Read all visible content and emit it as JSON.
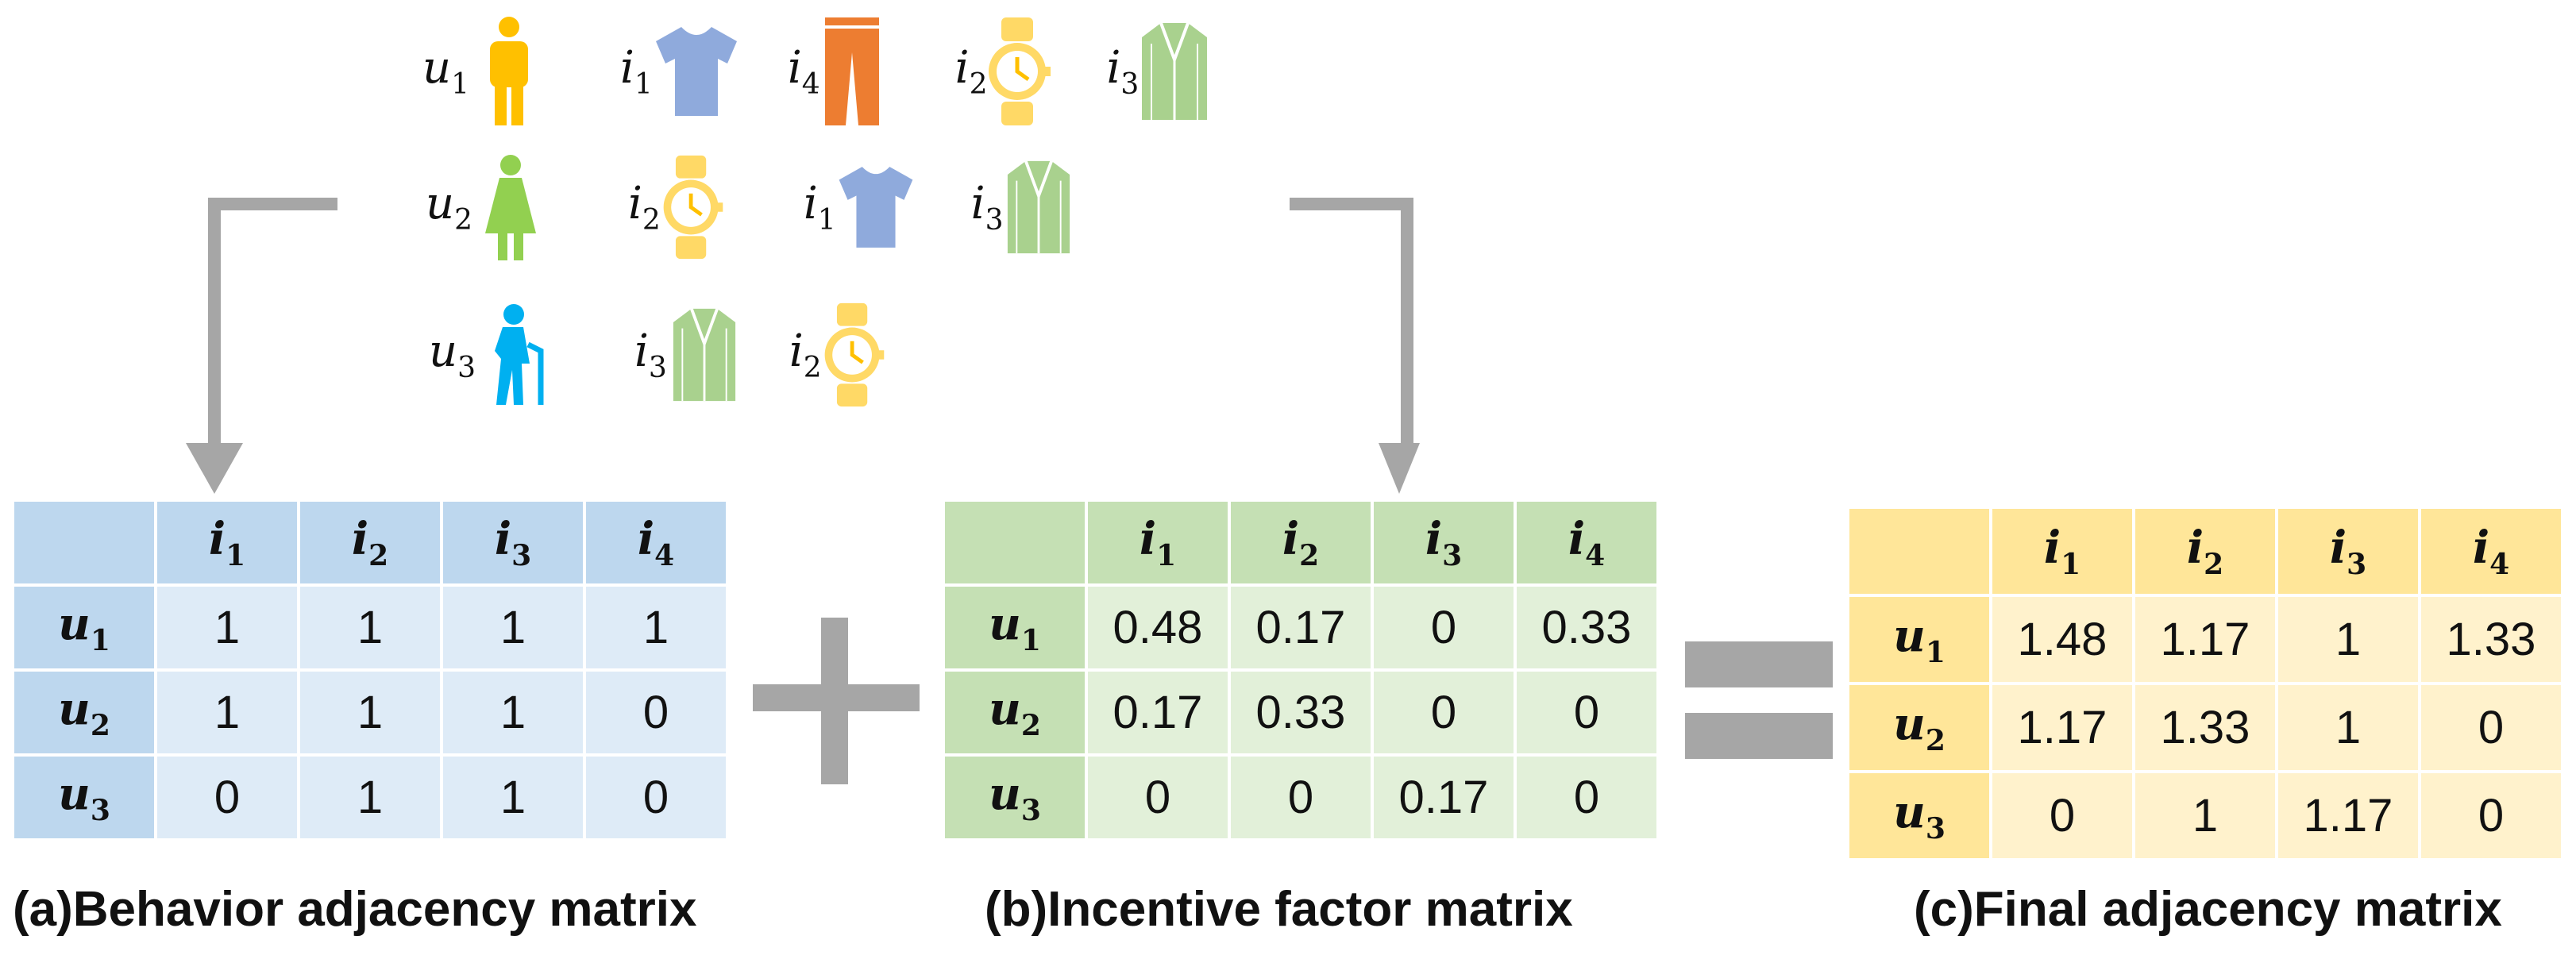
{
  "users": [
    {
      "user": {
        "base": "u",
        "sub": "1"
      },
      "items": [
        {
          "base": "i",
          "sub": "1",
          "icon": "tshirt-icon"
        },
        {
          "base": "i",
          "sub": "4",
          "icon": "pants-icon"
        },
        {
          "base": "i",
          "sub": "2",
          "icon": "watch-icon"
        },
        {
          "base": "i",
          "sub": "3",
          "icon": "jacket-icon"
        }
      ]
    },
    {
      "user": {
        "base": "u",
        "sub": "2"
      },
      "items": [
        {
          "base": "i",
          "sub": "2",
          "icon": "watch-icon"
        },
        {
          "base": "i",
          "sub": "1",
          "icon": "tshirt-icon"
        },
        {
          "base": "i",
          "sub": "3",
          "icon": "jacket-icon"
        }
      ]
    },
    {
      "user": {
        "base": "u",
        "sub": "3"
      },
      "items": [
        {
          "base": "i",
          "sub": "3",
          "icon": "jacket-icon"
        },
        {
          "base": "i",
          "sub": "2",
          "icon": "watch-icon"
        }
      ]
    }
  ],
  "user_icons": [
    "man-icon",
    "woman-icon",
    "elderly-person-icon"
  ],
  "matrices": {
    "col_headers": [
      {
        "base": "i",
        "sub": "1"
      },
      {
        "base": "i",
        "sub": "2"
      },
      {
        "base": "i",
        "sub": "3"
      },
      {
        "base": "i",
        "sub": "4"
      }
    ],
    "row_headers": [
      {
        "base": "u",
        "sub": "1"
      },
      {
        "base": "u",
        "sub": "2"
      },
      {
        "base": "u",
        "sub": "3"
      }
    ],
    "behavior": {
      "caption": "(a)Behavior adjacency matrix",
      "values": [
        [
          "1",
          "1",
          "1",
          "1"
        ],
        [
          "1",
          "1",
          "1",
          "0"
        ],
        [
          "0",
          "1",
          "1",
          "0"
        ]
      ]
    },
    "incentive": {
      "caption": "(b)Incentive factor matrix",
      "values": [
        [
          "0.48",
          "0.17",
          "0",
          "0.33"
        ],
        [
          "0.17",
          "0.33",
          "0",
          "0"
        ],
        [
          "0",
          "0",
          "0.17",
          "0"
        ]
      ]
    },
    "final": {
      "caption": "(c)Final adjacency matrix",
      "values": [
        [
          "1.48",
          "1.17",
          "1",
          "1.33"
        ],
        [
          "1.17",
          "1.33",
          "1",
          "0"
        ],
        [
          "0",
          "1",
          "1.17",
          "0"
        ]
      ]
    }
  },
  "operators": {
    "plus": "plus-sign",
    "equals": "equals-sign"
  },
  "colors": {
    "behavior_header": "#bdd7ee",
    "behavior_cell": "#deebf7",
    "incentive_header": "#c5e0b4",
    "incentive_cell": "#e2f0d9",
    "final_header": "#ffe699",
    "final_cell": "#fff2cc",
    "arrow": "#a6a6a6",
    "man": "#ffc000",
    "woman": "#92d050",
    "elderly": "#00b0f0",
    "tshirt": "#8faadc",
    "pants": "#ed7d31",
    "watch": "#ffd966",
    "jacket": "#a9d18e"
  }
}
